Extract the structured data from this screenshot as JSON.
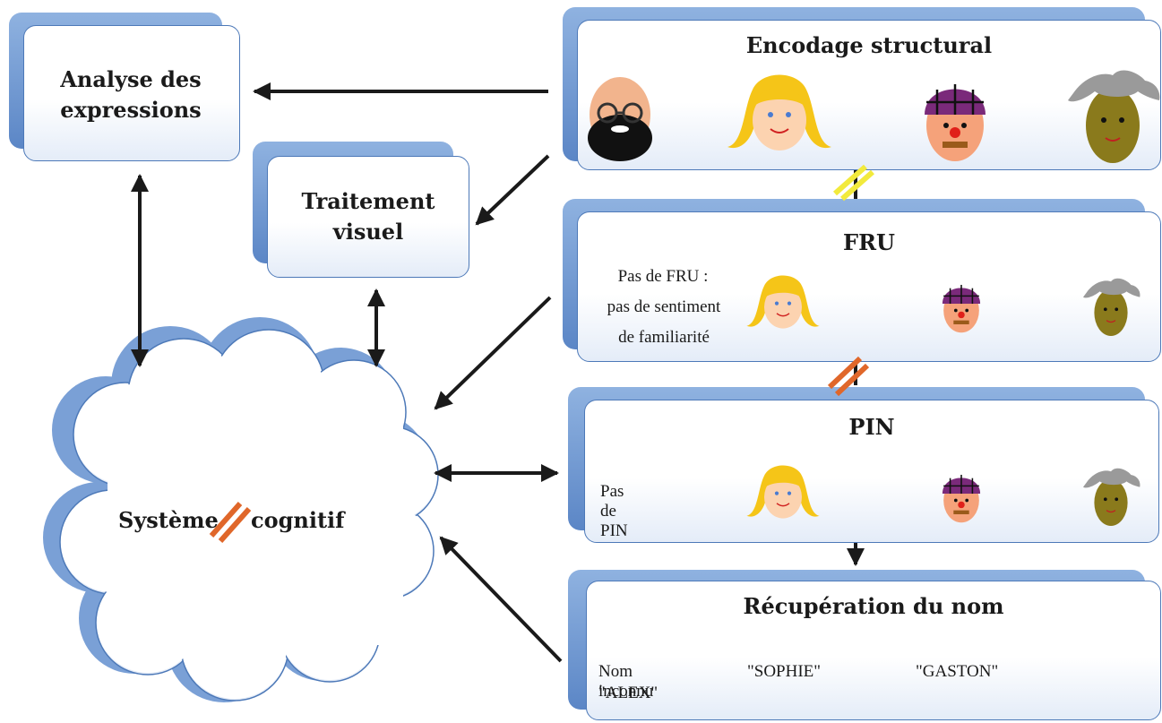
{
  "boxes": {
    "expressions": "Analyse des expressions",
    "visual": "Traitement visuel",
    "encoding": "Encodage structural",
    "fru": "FRU",
    "pin": "PIN",
    "name": "Récupération du nom"
  },
  "fru_note": [
    "Pas de FRU :",
    "pas de sentiment",
    "de familiarité"
  ],
  "pin_note": "Pas de PIN",
  "names": {
    "unknown": "Nom inconnu",
    "sophie": "\"SOPHIE\"",
    "gaston": "\"GASTON\"",
    "alex": "\"ALEX\""
  },
  "cloud": {
    "left": "Système",
    "right": "cognitif"
  },
  "colors": {
    "box_border": "#4d79b8",
    "box_shadow": "#7aa0d6",
    "arrow": "#1a1a1a",
    "block_orange": "#e0672a",
    "block_yellow": "#f2ea3c"
  }
}
